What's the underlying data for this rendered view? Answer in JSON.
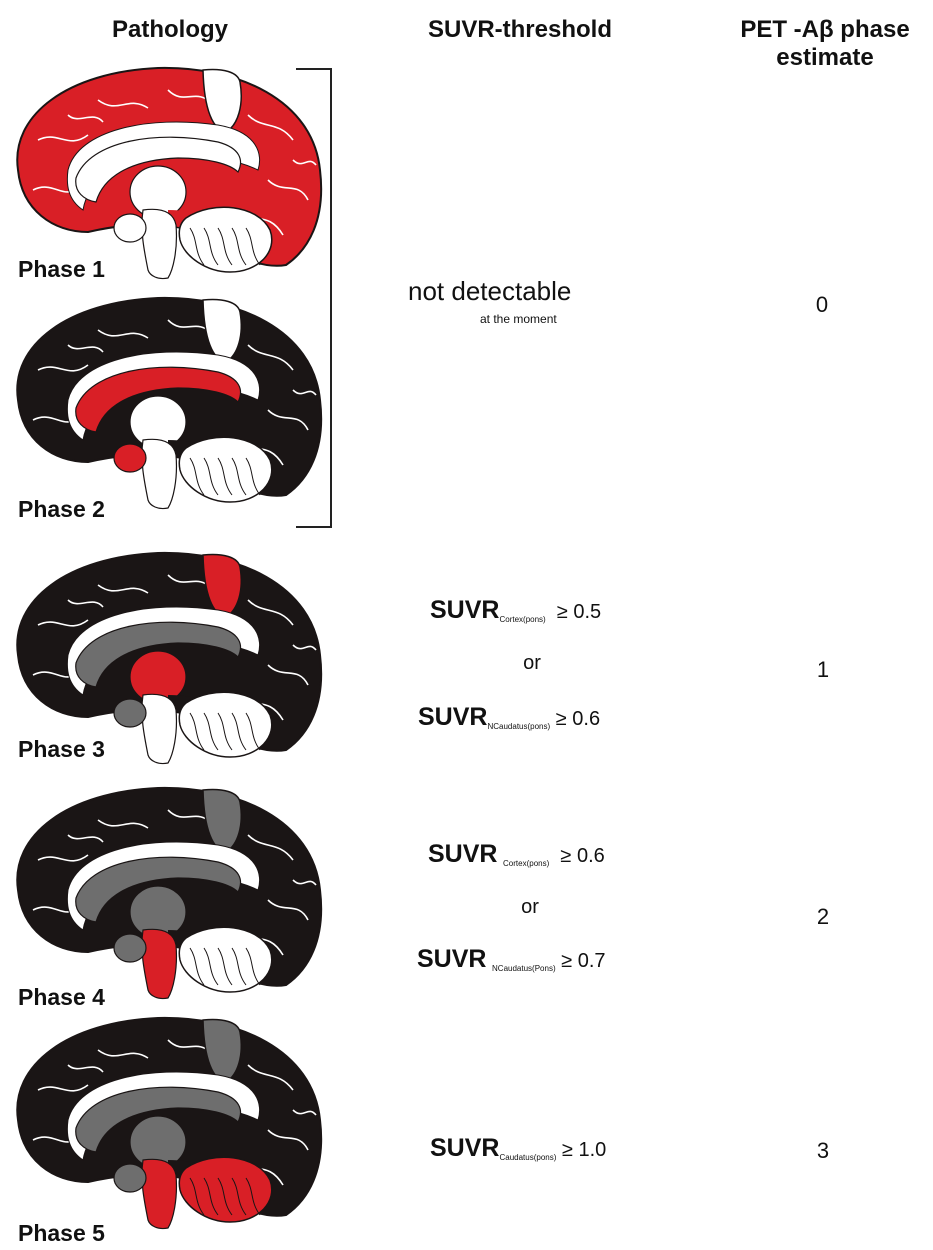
{
  "headers": {
    "pathology": "Pathology",
    "suvr_threshold": "SUVR-threshold",
    "pet_line1": "PET -Aβ phase",
    "pet_line2": "estimate"
  },
  "phases": [
    {
      "label": "Phase 1"
    },
    {
      "label": "Phase 2"
    },
    {
      "label": "Phase 3"
    },
    {
      "label": "Phase 4"
    },
    {
      "label": "Phase 5"
    }
  ],
  "thresholds": {
    "not_detectable": "not detectable",
    "not_detectable_sub": "at the moment",
    "or": "or",
    "suvr_word": "SUVR",
    "row3": [
      {
        "region": "Cortex(pons)",
        "rel": "≥ 0.5"
      },
      {
        "region": "NCaudatus(pons)",
        "rel": "≥ 0.6"
      }
    ],
    "row4": [
      {
        "region": "Cortex(pons)",
        "rel": "≥ 0.6"
      },
      {
        "region": "NCaudatus(Pons)",
        "rel": "≥ 0.7"
      }
    ],
    "row5": [
      {
        "region": "Caudatus(pons)",
        "rel": "≥ 1.0"
      }
    ]
  },
  "estimates": [
    "0",
    "1",
    "2",
    "3"
  ],
  "colors": {
    "red": "#d91f26",
    "black": "#1a1515",
    "gray": "#6e6e6e",
    "white": "#ffffff"
  }
}
